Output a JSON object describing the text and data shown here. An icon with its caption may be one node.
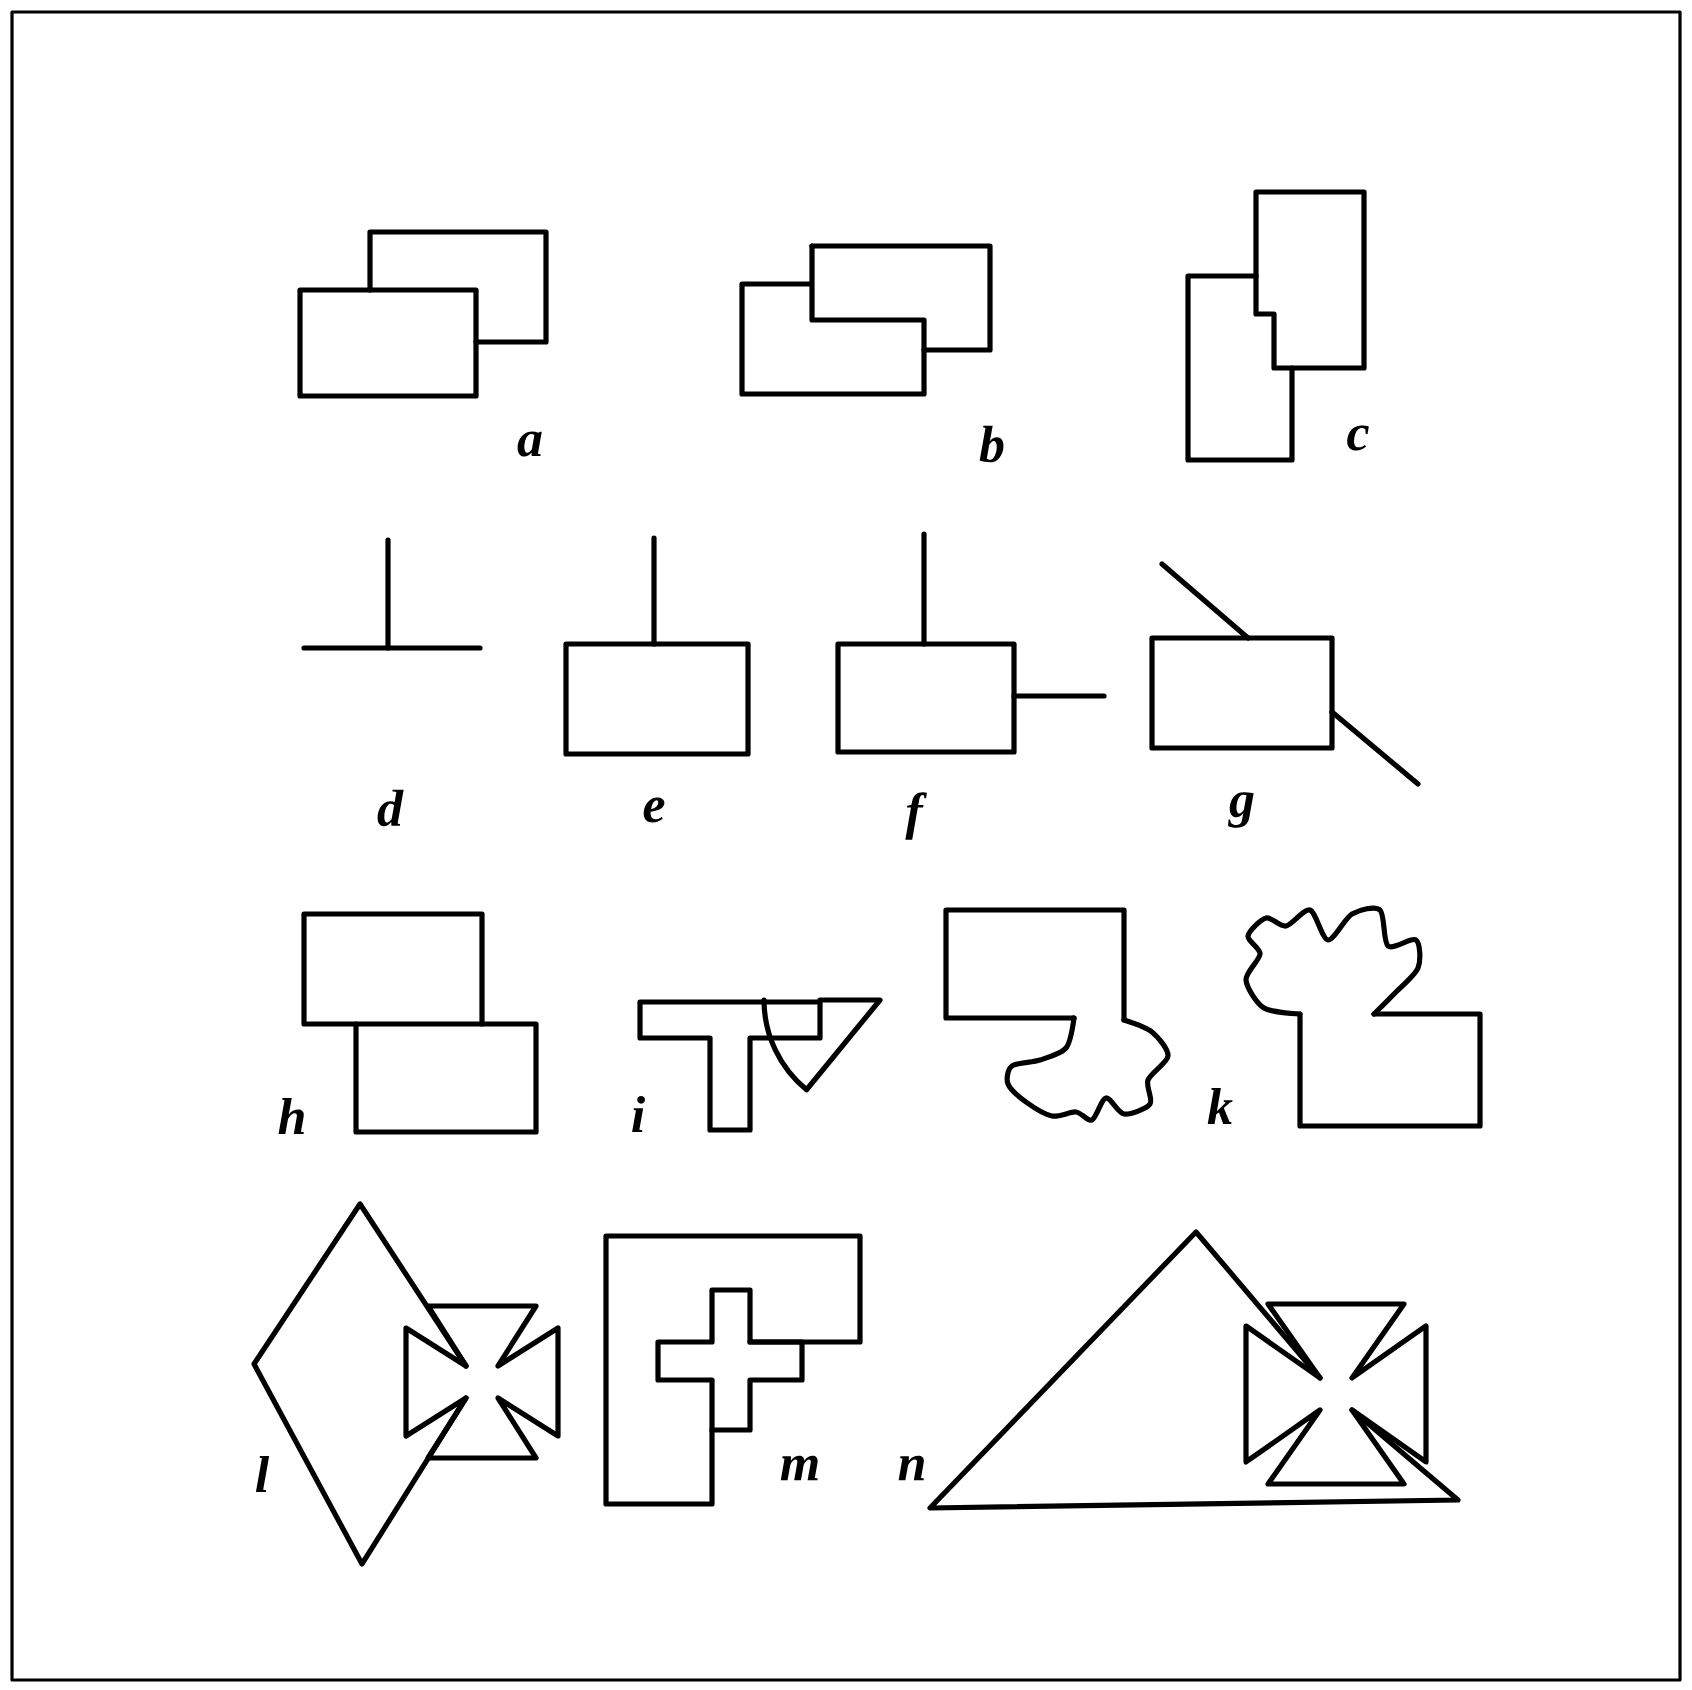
{
  "diagram": {
    "labels": [
      "a",
      "b",
      "c",
      "d",
      "e",
      "f",
      "g",
      "h",
      "i",
      "k",
      "l",
      "m",
      "n"
    ]
  }
}
